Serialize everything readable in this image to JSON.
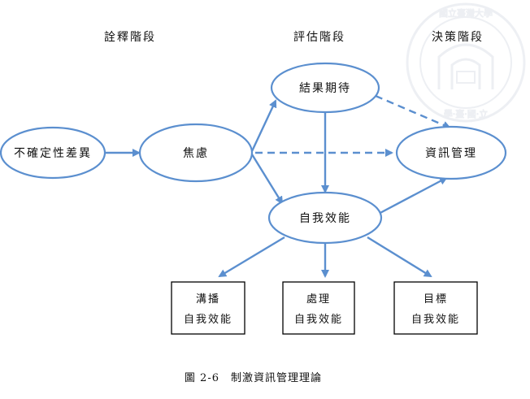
{
  "stages": {
    "interpretation": "詮釋階段",
    "evaluation": "評估階段",
    "decision": "決策階段"
  },
  "nodes": {
    "uncertainty_discrepancy": "不確定性差異",
    "anxiety": "焦慮",
    "outcome_expectancy": "結果期待",
    "self_efficacy": "自我效能",
    "information_management": "資訊管理"
  },
  "boxes": [
    {
      "title": "溝播",
      "subtitle": "自我效能"
    },
    {
      "title": "處理",
      "subtitle": "自我效能"
    },
    {
      "title": "目標",
      "subtitle": "自我效能"
    }
  ],
  "caption": {
    "figure_number": "圖 2-6",
    "title": "制激資訊管理理論"
  },
  "watermark": {
    "seal_text": "國立臺灣大學",
    "seal_sub": "學·臺·國·立"
  },
  "colors": {
    "accent": "#5b8fcf",
    "text": "#111111",
    "box_border": "#000000"
  }
}
